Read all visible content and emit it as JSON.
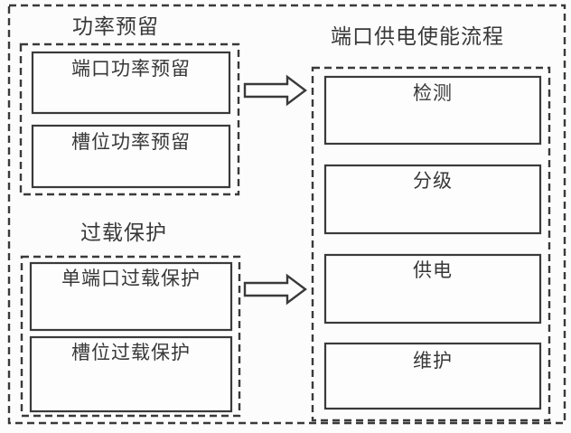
{
  "figure": {
    "colors": {
      "line": "#3a3a3a",
      "text": "#383838",
      "background": "#fcfcfc",
      "box_fill": "#fdfdfd"
    },
    "groups": [
      {
        "title": "功率预留",
        "boxes": [
          "端口功率预留",
          "槽位功率预留"
        ]
      },
      {
        "title": "过载保护",
        "boxes": [
          "单端口过载保护",
          "槽位过载保护"
        ]
      },
      {
        "title": "端口供电使能流程",
        "boxes": [
          "检测",
          "分级",
          "供电",
          "维护"
        ]
      }
    ],
    "arrows": [
      {
        "from": "功率预留",
        "to": "端口供电使能流程"
      },
      {
        "from": "过载保护",
        "to": "端口供电使能流程"
      }
    ]
  }
}
